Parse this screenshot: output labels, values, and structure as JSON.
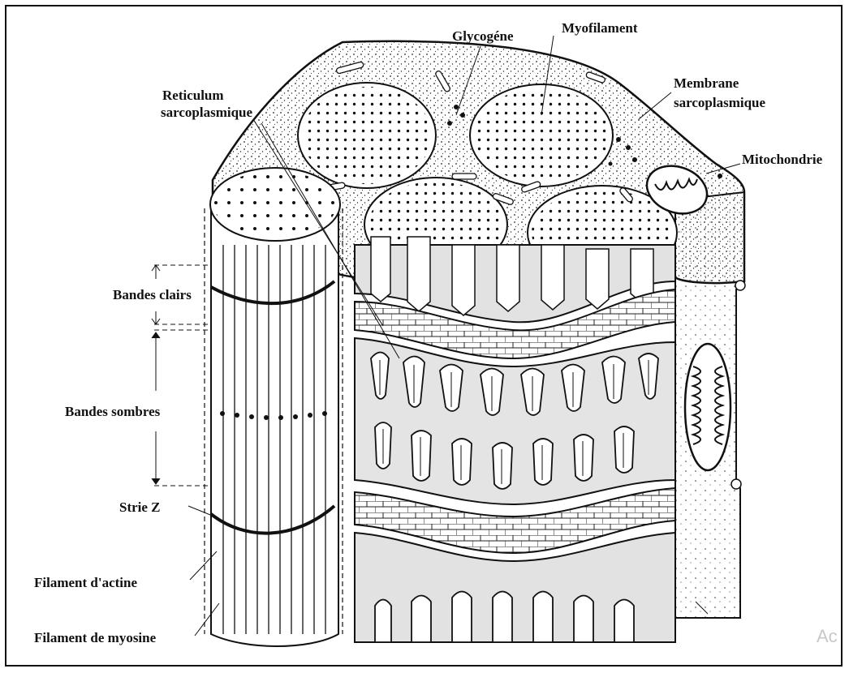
{
  "figure": {
    "labels": {
      "glycogen": "Glycogéne",
      "myofilament": "Myofilament",
      "reticulum_1": "Reticulum",
      "reticulum_2": "sarcoplasmique",
      "membrane_1": "Membrane",
      "membrane_2": "sarcoplasmique",
      "mitochondrie": "Mitochondrie",
      "bandes_clairs": "Bandes clairs",
      "bandes_sombres": "Bandes sombres",
      "strie_z": "Strie Z",
      "actine": "Filament d'actine",
      "myosine": "Filament de myosine"
    },
    "watermark": "Ac",
    "colors": {
      "ink": "#111111",
      "shade": "#dcdcdc",
      "light": "#f4f4f4"
    }
  }
}
